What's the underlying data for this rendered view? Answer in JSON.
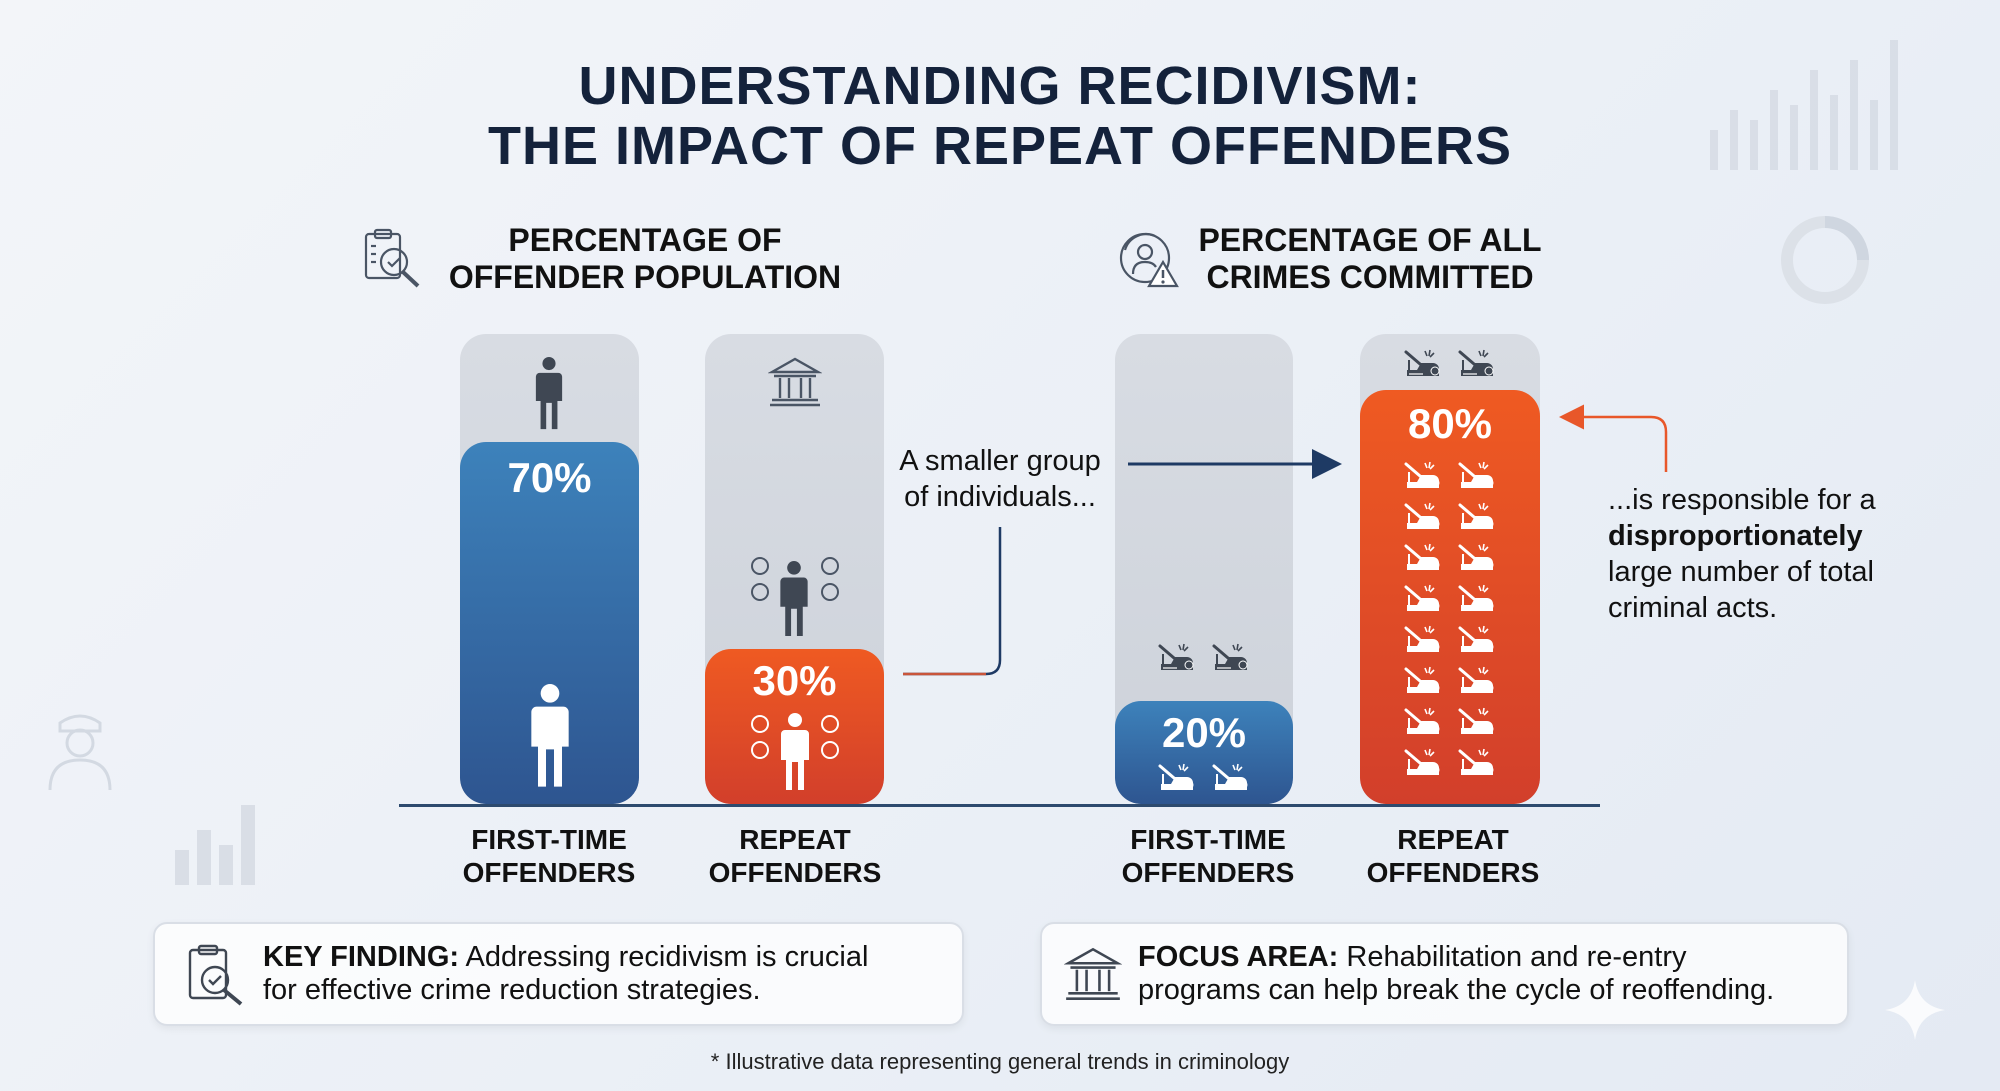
{
  "title": {
    "line1": "UNDERSTANDING RECIDIVISM:",
    "line2": "THE IMPACT OF REPEAT OFFENDERS"
  },
  "colors": {
    "blue": "#2e5f9c",
    "orange": "#e84e24",
    "navy": "#14223b",
    "track": "#d3d7de"
  },
  "chart_data": [
    {
      "type": "bar",
      "title": "PERCENTAGE OF OFFENDER POPULATION",
      "title_lines": [
        "PERCENTAGE OF",
        "OFFENDER POPULATION"
      ],
      "categories": [
        "FIRST-TIME OFFENDERS",
        "REPEAT OFFENDERS"
      ],
      "category_lines": [
        [
          "FIRST-TIME",
          "OFFENDERS"
        ],
        [
          "REPEAT",
          "OFFENDERS"
        ]
      ],
      "values": [
        70,
        30
      ],
      "value_labels": [
        "70%",
        "30%"
      ],
      "ylim": [
        0,
        100
      ]
    },
    {
      "type": "bar",
      "title": "PERCENTAGE OF ALL CRIMES COMMITTED",
      "title_lines": [
        "PERCENTAGE OF ALL",
        "CRIMES COMMITTED"
      ],
      "categories": [
        "FIRST-TIME OFFENDERS",
        "REPEAT OFFENDERS"
      ],
      "category_lines": [
        [
          "FIRST-TIME",
          "OFFENDERS"
        ],
        [
          "REPEAT",
          "OFFENDERS"
        ]
      ],
      "values": [
        20,
        80
      ],
      "value_labels": [
        "20%",
        "80%"
      ],
      "ylim": [
        0,
        100
      ]
    }
  ],
  "annotations": {
    "left": [
      "A smaller group",
      "of individuals..."
    ],
    "right": [
      "...is responsible for a",
      "disproportionately",
      "large number of total",
      "criminal acts."
    ]
  },
  "key_finding": {
    "label": "KEY FINDING:",
    "text_line1": " Addressing recidivism is crucial",
    "text_line2": "for effective crime reduction strategies."
  },
  "focus_area": {
    "label": "FOCUS AREA:",
    "text_line1": " Rehabilitation and re-entry",
    "text_line2": "programs can help break the cycle of reoffending."
  },
  "footnote": "* Illustrative data representing general trends in criminology"
}
